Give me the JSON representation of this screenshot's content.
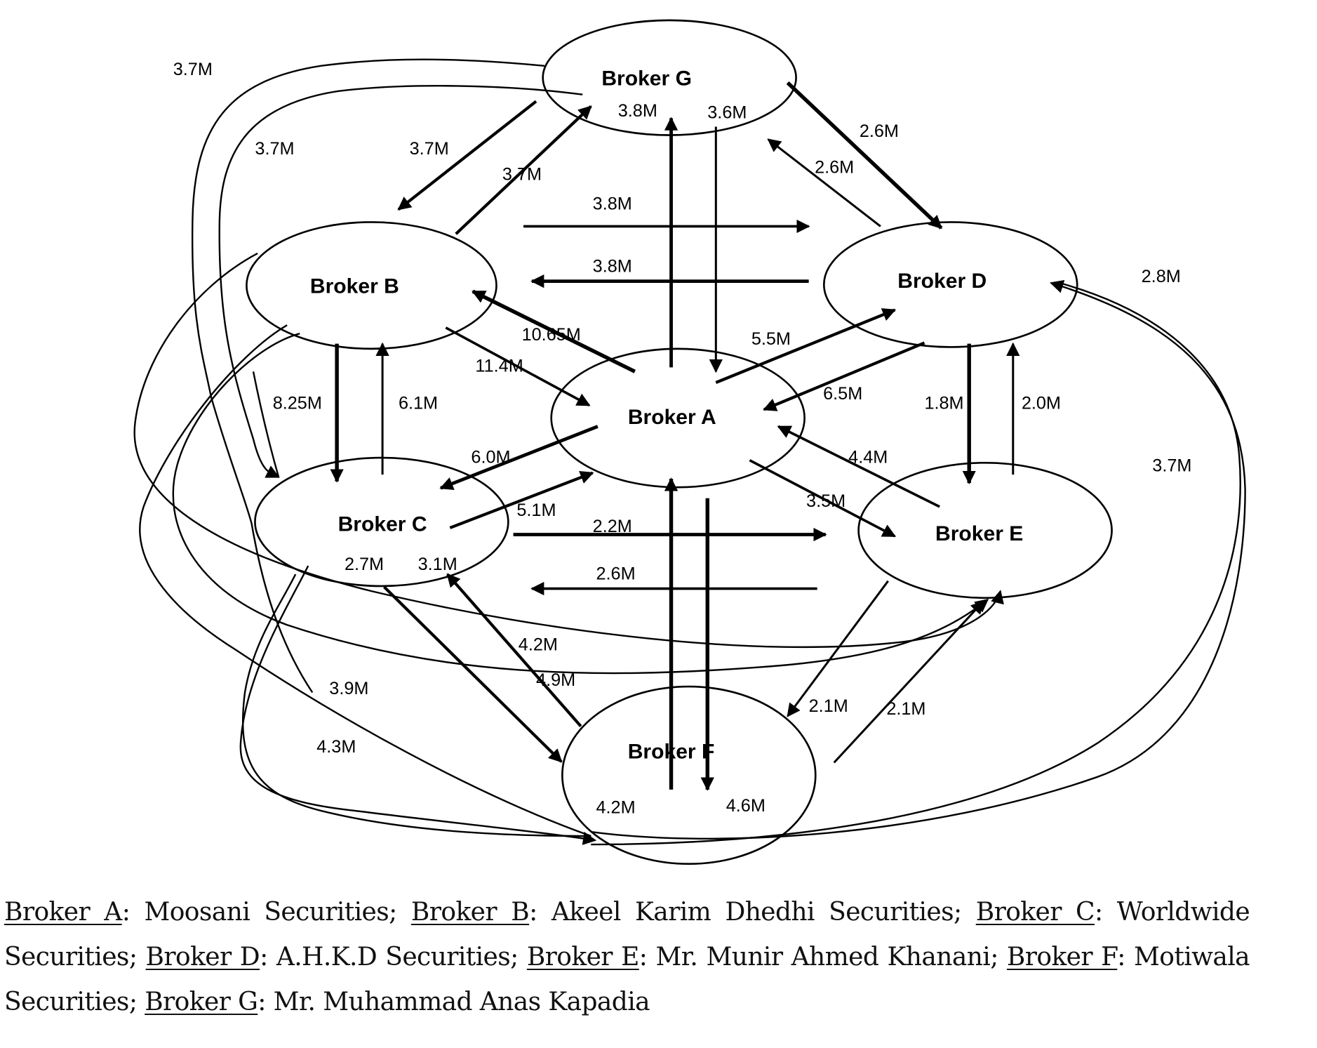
{
  "diagram": {
    "title": "Broker trading network",
    "nodes": [
      {
        "id": "G",
        "label": "Broker G"
      },
      {
        "id": "B",
        "label": "Broker B"
      },
      {
        "id": "D",
        "label": "Broker D"
      },
      {
        "id": "A",
        "label": "Broker A"
      },
      {
        "id": "C",
        "label": "Broker C"
      },
      {
        "id": "E",
        "label": "Broker E"
      },
      {
        "id": "F",
        "label": "Broker F"
      }
    ],
    "edges": [
      {
        "from": "A",
        "to": "G",
        "value": "3.8M"
      },
      {
        "from": "G",
        "to": "A",
        "value": "3.6M"
      },
      {
        "from": "G",
        "to": "D",
        "value": "2.6M"
      },
      {
        "from": "D",
        "to": "G",
        "value": "2.6M"
      },
      {
        "from": "G",
        "to": "B",
        "value": "3.7M"
      },
      {
        "from": "B",
        "to": "G",
        "value": "3.7M"
      },
      {
        "from": "G",
        "to": "C",
        "value": "3.7M"
      },
      {
        "from": "C",
        "to": "G",
        "value": "3.7M"
      },
      {
        "from": "B",
        "to": "D",
        "value": "3.8M"
      },
      {
        "from": "D",
        "to": "B",
        "value": "3.8M"
      },
      {
        "from": "A",
        "to": "B",
        "value": "10.65M"
      },
      {
        "from": "B",
        "to": "A",
        "value": "11.4M"
      },
      {
        "from": "A",
        "to": "D",
        "value": "5.5M"
      },
      {
        "from": "D",
        "to": "A",
        "value": "6.5M"
      },
      {
        "from": "B",
        "to": "C",
        "value": "8.25M"
      },
      {
        "from": "C",
        "to": "B",
        "value": "6.1M"
      },
      {
        "from": "D",
        "to": "E",
        "value": "1.8M"
      },
      {
        "from": "E",
        "to": "D",
        "value": "2.0M"
      },
      {
        "from": "A",
        "to": "C",
        "value": "6.0M"
      },
      {
        "from": "C",
        "to": "A",
        "value": "5.1M"
      },
      {
        "from": "E",
        "to": "A",
        "value": "4.4M"
      },
      {
        "from": "A",
        "to": "E",
        "value": "3.5M"
      },
      {
        "from": "C",
        "to": "E",
        "value": "2.2M"
      },
      {
        "from": "E",
        "to": "C",
        "value": "2.6M"
      },
      {
        "from": "F",
        "to": "A",
        "value": "4.2M"
      },
      {
        "from": "A",
        "to": "F",
        "value": "4.6M"
      },
      {
        "from": "C",
        "to": "F",
        "value": "4.2M"
      },
      {
        "from": "F",
        "to": "C",
        "value": "4.9M"
      },
      {
        "from": "E",
        "to": "F",
        "value": "2.1M"
      },
      {
        "from": "F",
        "to": "E",
        "value": "2.1M"
      },
      {
        "from": "C",
        "to": "F",
        "value": "3.9M",
        "note": "outer curve"
      },
      {
        "from": "F",
        "to": "B",
        "value": "4.3M",
        "note": "outer curve"
      },
      {
        "from": "F",
        "to": "D",
        "value": "2.8M",
        "note": "outer curve"
      },
      {
        "from": "D",
        "to": "F",
        "value": "3.7M",
        "note": "outer curve"
      },
      {
        "from": "G",
        "to": "F",
        "value": "3.7M",
        "note": "outer curve"
      },
      {
        "from": "F",
        "to": "G",
        "value": "3.7M",
        "note": "outer curve"
      },
      {
        "from": "B",
        "to": "E",
        "value": "",
        "note": "outer curve"
      }
    ],
    "labels": {
      "g_topleft_outer": "3.7M",
      "g_left_inner": "3.7M",
      "g_to_b": "3.7M",
      "b_to_g": "3.7M",
      "a_to_g": "3.8M",
      "g_to_a": "3.6M",
      "g_to_d": "2.6M",
      "d_to_g": "2.6M",
      "b_to_d": "3.8M",
      "d_to_b": "3.8M",
      "a_to_b": "10.65M",
      "b_to_a": "11.4M",
      "a_to_d": "5.5M",
      "d_to_a": "6.5M",
      "b_to_c": "8.25M",
      "c_to_b": "6.1M",
      "d_to_e": "1.8M",
      "e_to_d": "2.0M",
      "a_to_c": "6.0M",
      "e_to_a": "4.4M",
      "c_to_a": "5.1M",
      "a_to_e": "3.5M",
      "c_to_e": "2.2M",
      "e_to_c": "2.6M",
      "c_bottom_left": "2.7M",
      "c_bottom_right": "3.1M",
      "c_to_f": "4.2M",
      "f_to_c": "4.9M",
      "outer_39": "3.9M",
      "outer_43": "4.3M",
      "e_to_f": "2.1M",
      "f_to_e": "2.1M",
      "f_to_a": "4.2M",
      "a_to_f": "4.6M",
      "right_top": "2.8M",
      "right_mid": "3.7M"
    }
  },
  "caption": {
    "entries": [
      {
        "key": "Broker A",
        "name": "Moosani Securities"
      },
      {
        "key": "Broker B",
        "name": "Akeel Karim Dhedhi Securities"
      },
      {
        "key": "Broker C",
        "name": "Worldwide Securities"
      },
      {
        "key": "Broker D",
        "name": "A.H.K.D Securities"
      },
      {
        "key": "Broker E",
        "name": "Mr. Munir Ahmed Khanani"
      },
      {
        "key": "Broker F",
        "name": "Motiwala Securities"
      },
      {
        "key": "Broker G",
        "name": "Mr. Muhammad Anas Kapadia"
      }
    ]
  }
}
